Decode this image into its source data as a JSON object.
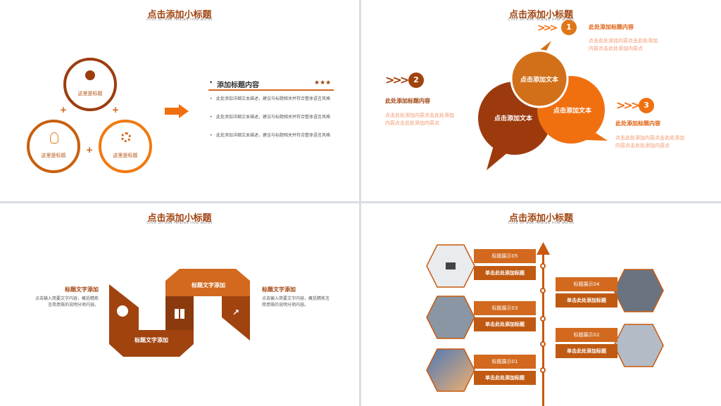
{
  "slide1": {
    "title": "点击添加小标题",
    "subtitle": "Click on add related title words",
    "circles": [
      {
        "label": "这里是标题",
        "icon": "chart-icon"
      },
      {
        "label": "这里是标题",
        "icon": "lightbulb-icon"
      },
      {
        "label": "这里是标题",
        "icon": "gear-icon"
      }
    ],
    "panel_title": "添加标题内容",
    "stars": "★★★",
    "bullets": [
      "此处添加详细文本描述，建议与标题相关并符合整体语言风格",
      "此处添加详细文本描述，建议与标题相关并符合整体语言风格",
      "此处添加详细文本描述，建议与标题相关并符合整体语言风格"
    ]
  },
  "slide2": {
    "title": "点击添加小标题",
    "subtitle": "Click on add related title words",
    "bubbles": [
      "点击添加文本",
      "点击添加文本",
      "点击添加文本"
    ],
    "items": [
      {
        "num": "1",
        "title": "此处添加标题内容",
        "text": "点击此处添加内容点击此处添加内容点击此处添加内容点"
      },
      {
        "num": "2",
        "title": "此处添加标题内容",
        "text": "点击此处添加内容点击此处添加内容点击此处添加内容点"
      },
      {
        "num": "3",
        "title": "此处添加标题内容",
        "text": "点击此处添加内容点击此处添加内容点击此处添加内容点"
      }
    ]
  },
  "slide3": {
    "title": "点击添加小标题",
    "subtitle": "Click on add related title words",
    "left_title": "标题文字添加",
    "left_text": "点击输入简要文字内容，概括精炼言简意赅的说明分项内容。",
    "right_title": "标题文字添加",
    "right_text": "点击输入简要文字内容，概括精炼言简意赅的说明分项内容。",
    "top_label": "标题文字添加",
    "bottom_label": "标题文字添加"
  },
  "slide4": {
    "title": "点击添加小标题",
    "subtitle": "Click on add related title words",
    "entries": [
      {
        "label": "标题展示05",
        "button": "单击此处添加标题"
      },
      {
        "label": "标题展示04",
        "button": "单击此处添加标题"
      },
      {
        "label": "标题展示03",
        "button": "单击此处添加标题"
      },
      {
        "label": "标题展示02",
        "button": "单击此处添加标题"
      },
      {
        "label": "标题展示01",
        "button": "单击此处添加标题"
      }
    ]
  },
  "colors": {
    "accent": "#d2691e",
    "dark": "#a0430f",
    "orange": "#f07010"
  }
}
